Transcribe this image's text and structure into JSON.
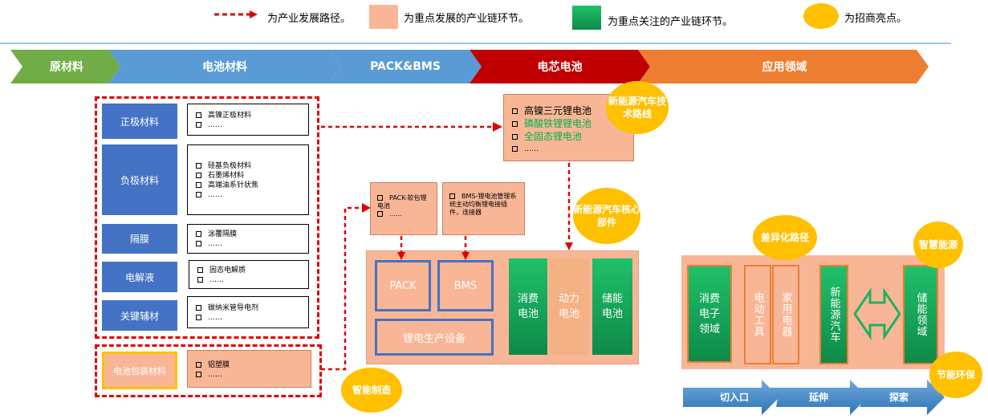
{
  "legend": {
    "path": "为产业发展路径。",
    "key": "为重点发展的产业链环节。",
    "focus": "为重点关注的产业链环节。",
    "highlight": "为招商亮点。"
  },
  "chain": [
    "原材料",
    "电池材料",
    "PACK&BMS",
    "电芯电池",
    "应用领域"
  ],
  "materials": [
    {
      "name": "正极材料",
      "items": [
        "高镍正极材料",
        "……"
      ]
    },
    {
      "name": "负极材料",
      "items": [
        "硅基负极材料",
        "石墨烯材料",
        "高端油系针状焦",
        "……"
      ]
    },
    {
      "name": "隔膜",
      "items": [
        "涂覆隔膜",
        "……"
      ]
    },
    {
      "name": "电解液",
      "items": [
        "固态电解质",
        "……"
      ]
    },
    {
      "name": "关键辅材",
      "items": [
        "碳纳米管导电剂",
        "……"
      ]
    }
  ],
  "packaging": {
    "name": "电池包装材料",
    "items": [
      "铝塑膜",
      "……"
    ]
  },
  "cell_types": [
    {
      "text": "高镍三元锂电池",
      "color": "#000000"
    },
    {
      "text": "磷酸铁锂锂电池",
      "color": "#00b050"
    },
    {
      "text": "全固态锂电池",
      "color": "#00b050"
    },
    {
      "text": "……",
      "color": "#000000"
    }
  ],
  "pack_note": {
    "items": [
      "PACK-软包锂电池",
      "……"
    ]
  },
  "bms_note": {
    "items": [
      "BMS-锂电池管理系统主动均衡锂电接插件，连接器"
    ]
  },
  "mfg": {
    "pack": "PACK",
    "bms": "BMS",
    "equipment": "锂电生产设备"
  },
  "battery_cols": {
    "consumer": "消费电池",
    "power": "动力电池",
    "storage": "储能电池"
  },
  "bubbles": {
    "tech_route": "新能源汽车技术路线",
    "core_parts": "新能源汽车核心部件",
    "smart_mfg": "智能制造",
    "diff_path": "差异化路径",
    "smart_energy": "智慧能源",
    "green": "节能环保"
  },
  "applications": {
    "consumer": "消费电子领域",
    "tools": "电动工具",
    "appliances": "家用电器",
    "nev": "新能源汽车",
    "storage": "储能领域"
  },
  "stages": [
    "切入口",
    "延伸",
    "探索"
  ]
}
